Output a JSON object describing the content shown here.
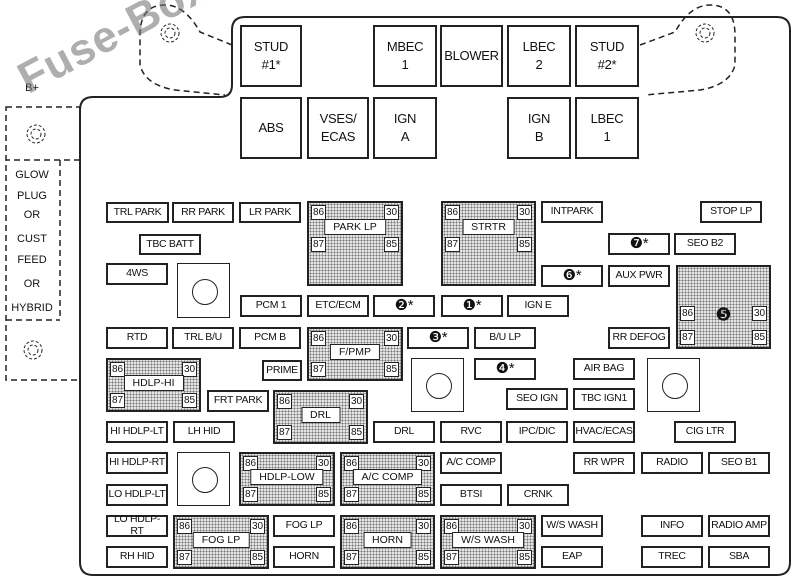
{
  "side_panel": {
    "terminal": "B+",
    "labels": [
      "GLOW\nPLUG",
      "OR",
      "CUST\nFEED",
      "OR",
      "HYBRID"
    ]
  },
  "watermark": "Fuse-Box.info",
  "relay_pins": [
    "86",
    "30",
    "87",
    "85"
  ],
  "fuses": [
    {
      "label": "STUD\n#1*",
      "big": true
    },
    {
      "label": "MBEC\n1",
      "big": true
    },
    {
      "label": "BLOWER",
      "big": true
    },
    {
      "label": "LBEC\n2",
      "big": true
    },
    {
      "label": "STUD\n#2*",
      "big": true
    },
    {
      "label": "ABS",
      "big": true
    },
    {
      "label": "VSES/\nECAS",
      "big": true
    },
    {
      "label": "IGN\nA",
      "big": true
    },
    {
      "label": "IGN\nB",
      "big": true
    },
    {
      "label": "LBEC\n1",
      "big": true
    },
    {
      "label": "TRL PARK"
    },
    {
      "label": "RR PARK"
    },
    {
      "label": "LR PARK"
    },
    {
      "label": "TBC BATT"
    },
    {
      "label": "4WS"
    },
    {
      "label": "PCM 1"
    },
    {
      "label": "ETC/ECM"
    },
    {
      "label": "❷*"
    },
    {
      "label": "❶*"
    },
    {
      "label": "IGN E"
    },
    {
      "label": "RTD"
    },
    {
      "label": "TRL B/U"
    },
    {
      "label": "PCM B"
    },
    {
      "label": "PRIME"
    },
    {
      "label": "INTPARK"
    },
    {
      "label": "STOP LP"
    },
    {
      "label": "❼*"
    },
    {
      "label": "SEO B2"
    },
    {
      "label": "❻*"
    },
    {
      "label": "AUX PWR"
    },
    {
      "label": "❸*"
    },
    {
      "label": "B/U LP"
    },
    {
      "label": "RR DEFOG"
    },
    {
      "label": "❹*"
    },
    {
      "label": "AIR BAG"
    },
    {
      "label": "FRT PARK"
    },
    {
      "label": "SEO IGN"
    },
    {
      "label": "TBC IGN1"
    },
    {
      "label": "HI HDLP-LT"
    },
    {
      "label": "LH HID"
    },
    {
      "label": "DRL"
    },
    {
      "label": "RVC"
    },
    {
      "label": "IPC/DIC"
    },
    {
      "label": "HVAC/ECAS"
    },
    {
      "label": "CIG LTR"
    },
    {
      "label": "HI HDLP-RT"
    },
    {
      "label": "LO HDLP-LT"
    },
    {
      "label": "A/C COMP"
    },
    {
      "label": "RR WPR"
    },
    {
      "label": "RADIO"
    },
    {
      "label": "SEO B1"
    },
    {
      "label": "BTSI"
    },
    {
      "label": "CRNK"
    },
    {
      "label": "LO HDLP-RT"
    },
    {
      "label": "RH HID"
    },
    {
      "label": "FOG LP"
    },
    {
      "label": "HORN"
    },
    {
      "label": "W/S WASH"
    },
    {
      "label": "EAP"
    },
    {
      "label": "INFO"
    },
    {
      "label": "RADIO AMP"
    },
    {
      "label": "TREC"
    },
    {
      "label": "SBA"
    }
  ],
  "relays": [
    {
      "label": "PARK LP"
    },
    {
      "label": "F/PMP"
    },
    {
      "label": "HDLP-HI"
    },
    {
      "label": "STRTR"
    },
    {
      "label": "❺",
      "numbered": true
    },
    {
      "label": "DRL"
    },
    {
      "label": "HDLP-LOW"
    },
    {
      "label": "A/C COMP"
    },
    {
      "label": "FOG LP"
    },
    {
      "label": "HORN"
    },
    {
      "label": "W/S WASH"
    }
  ]
}
